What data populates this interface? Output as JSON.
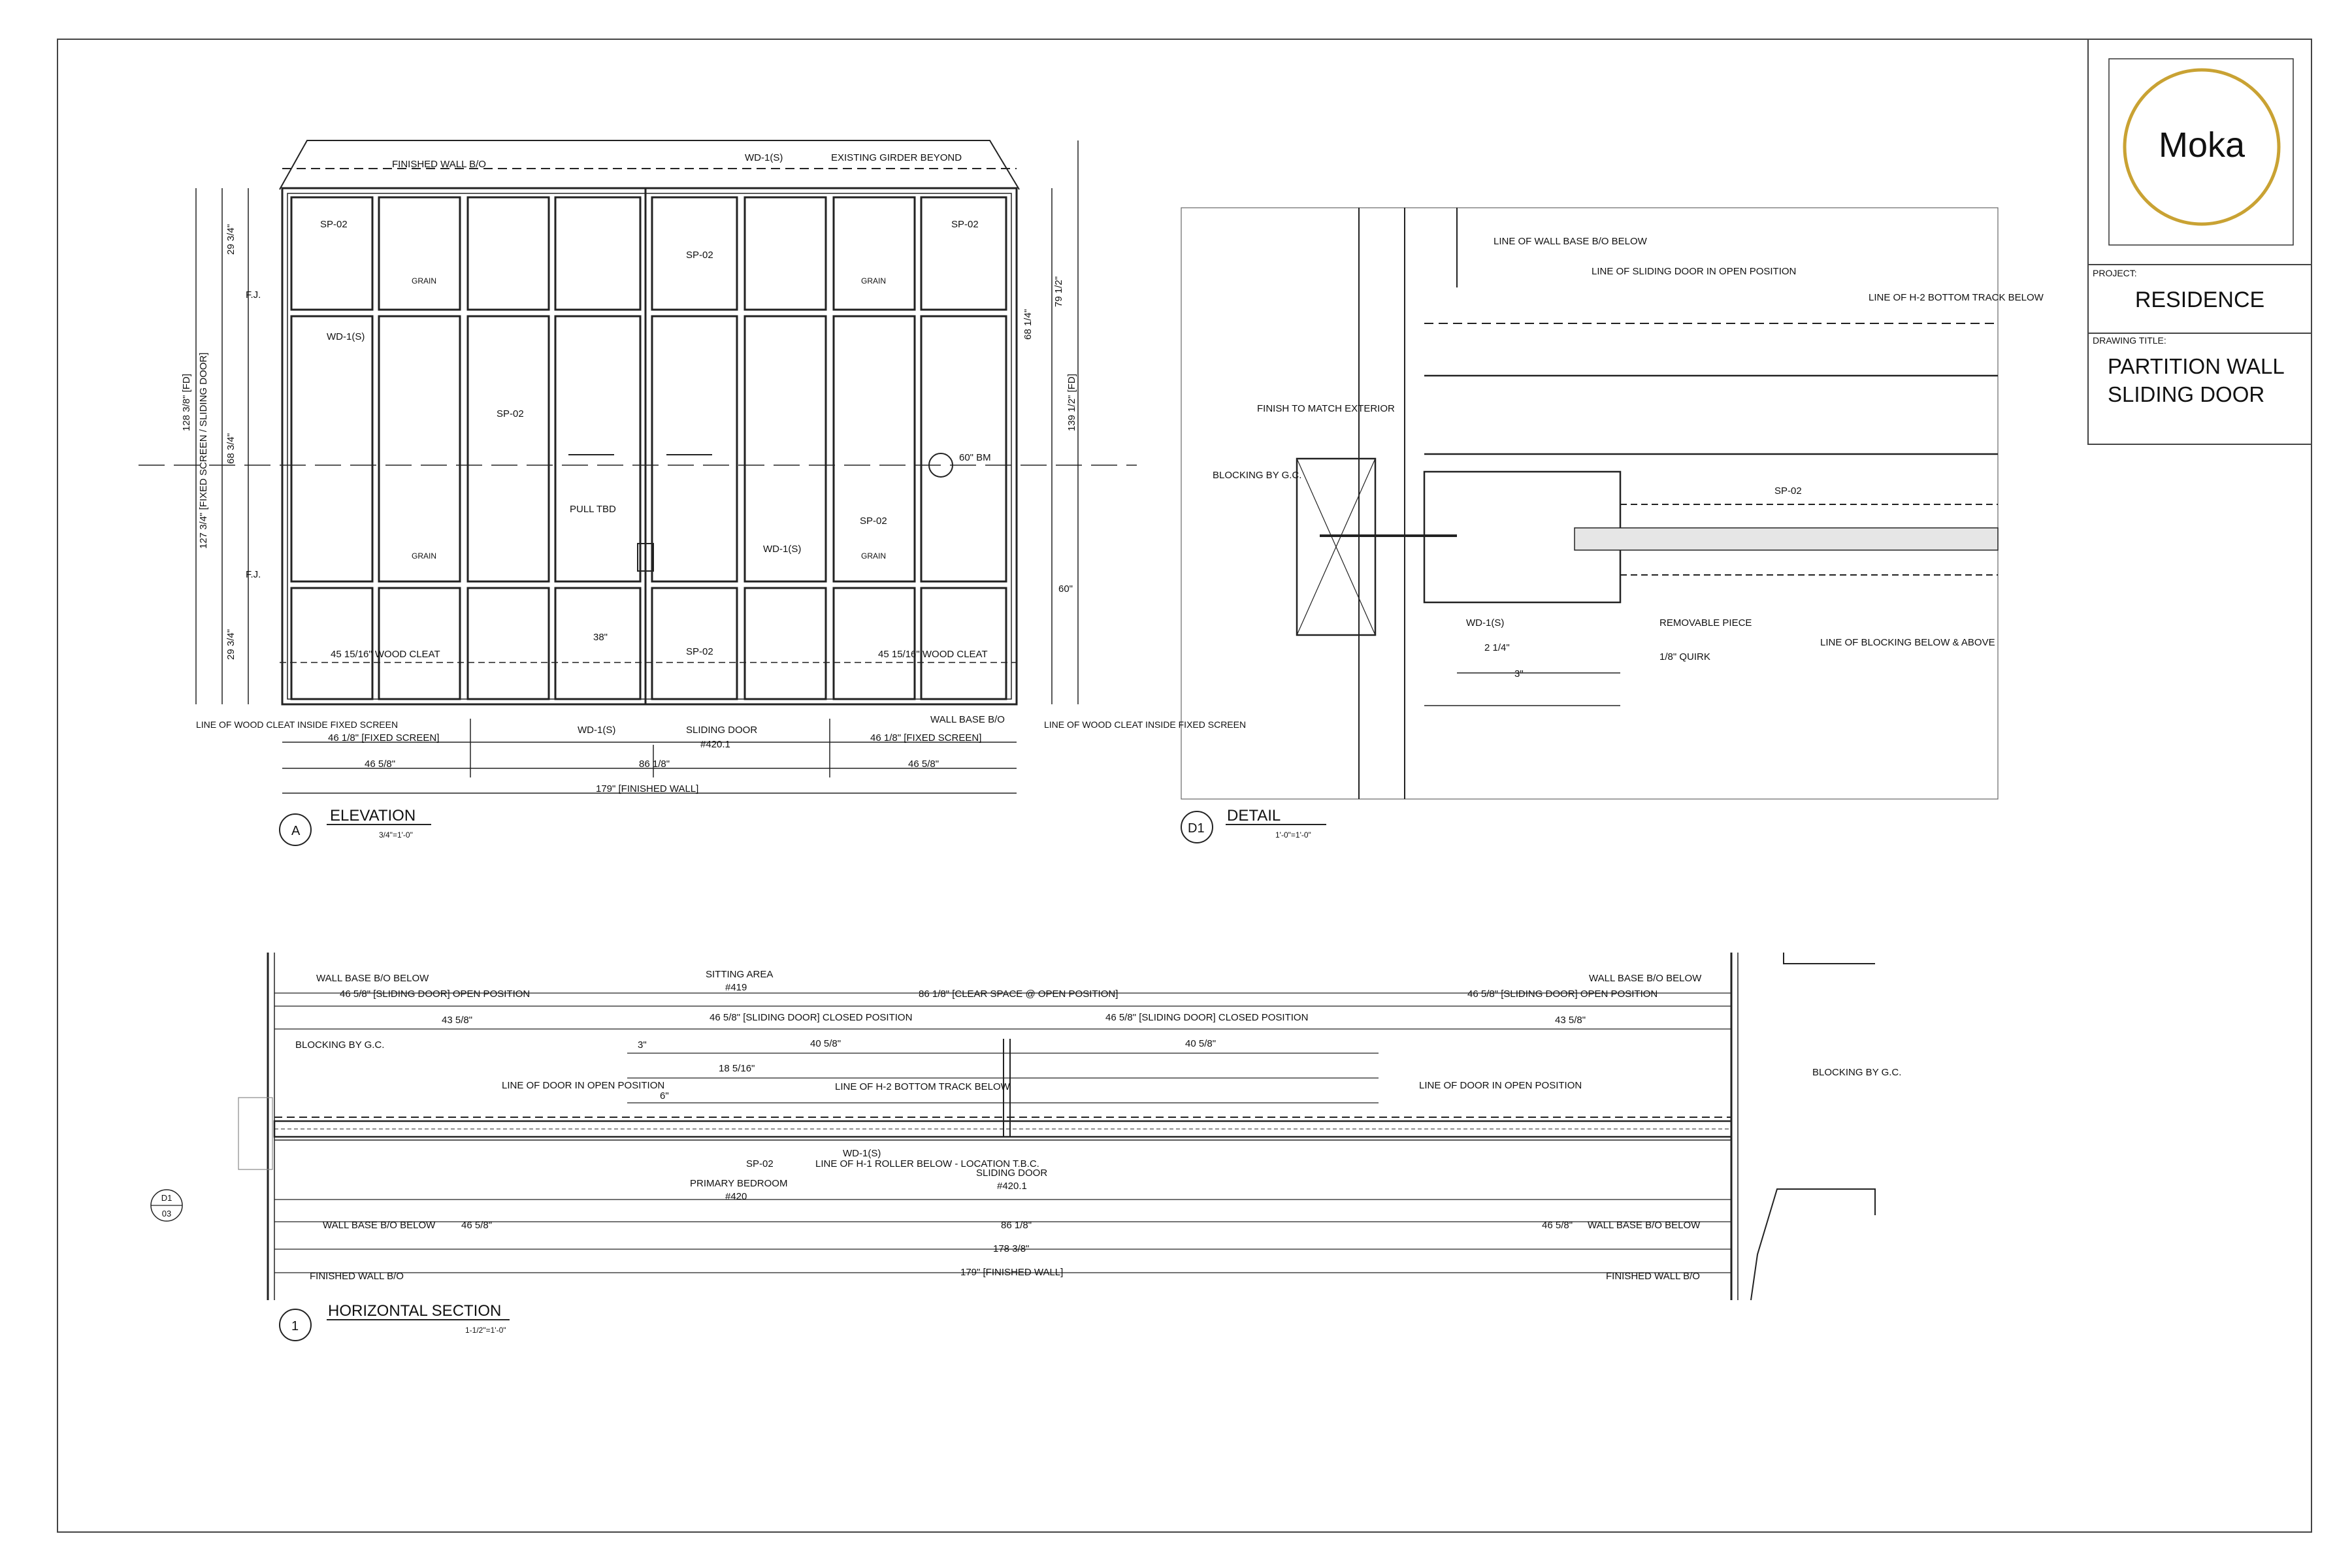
{
  "title_block": {
    "logo_text": "Moka",
    "project_label": "PROJECT:",
    "project_value": "RESIDENCE",
    "drawing_title_label": "DRAWING TITLE:",
    "drawing_title_line1": "PARTITION WALL",
    "drawing_title_line2": "SLIDING DOOR"
  },
  "elevation": {
    "tag": "A",
    "title": "ELEVATION",
    "scale": "3/4\"=1'-0\"",
    "labels": {
      "finished_wall": "FINISHED WALL B/O",
      "wd1_top": "WD-1(S)",
      "existing_girder": "EXISTING GIRDER BEYOND",
      "sp02_tl": "SP-02",
      "sp02_tr": "SP-02",
      "sp02_mid_top": "SP-02",
      "sp02_big": "SP-02",
      "sp02_right": "SP-02",
      "sp02_bottom": "SP-02",
      "fj_top": "F.J.",
      "fj_bottom": "F.J.",
      "wd1_left": "WD-1(S)",
      "wd1_right": "WD-1(S)",
      "wd1_bottom": "WD-1(S)",
      "grain": "GRAIN",
      "pull": "PULL TBD",
      "bm": "60\" BM",
      "wood_cleat_l": "45 15/16\" WOOD CLEAT",
      "wood_cleat_r": "45 15/16\" WOOD CLEAT",
      "line_wood_cleat_l": "LINE OF WOOD CLEAT INSIDE FIXED SCREEN",
      "line_wood_cleat_r": "LINE OF WOOD CLEAT INSIDE FIXED SCREEN",
      "wall_base": "WALL BASE B/O",
      "dim_38": "38\"",
      "dim_60": "60\"",
      "sliding_door": "SLIDING DOOR",
      "sliding_door_no": "#420.1",
      "fixed_screen_l": "46 1/8\" [FIXED SCREEN]",
      "fixed_screen_r": "46 1/8\" [FIXED SCREEN]",
      "dim_46_l": "46 5/8\"",
      "dim_86": "86 1/8\"",
      "dim_46_r": "46 5/8\"",
      "dim_179": "179\" [FINISHED WALL]",
      "dim_128": "128 3/8\" [FD]",
      "dim_127": "127 3/4\" [FIXED SCREEN / SLIDING DOOR]",
      "dim_139": "139 1/2\" [FD]",
      "dim_29_top": "29 3/4\"",
      "dim_68": "68 3/4\"",
      "dim_29_bot": "29 3/4\"",
      "dim_68_r": "68 1/4\"",
      "dim_79": "79 1/2\""
    }
  },
  "detail": {
    "tag": "D1",
    "title": "DETAIL",
    "scale": "1'-0\"=1'-0\"",
    "labels": {
      "wall_base": "LINE OF WALL BASE B/O BELOW",
      "sliding_open": "LINE OF SLIDING DOOR IN OPEN POSITION",
      "h2_track": "LINE OF H-2 BOTTOM TRACK BELOW",
      "finish_match": "FINISH TO MATCH EXTERIOR",
      "blocking": "BLOCKING BY G.C.",
      "sp02": "SP-02",
      "wd1": "WD-1(S)",
      "removable": "REMOVABLE PIECE",
      "quirk": "1/8\" QUIRK",
      "blocking_line": "LINE OF BLOCKING BELOW & ABOVE",
      "dim_2": "2 1/4\"",
      "dim_3": "3\""
    }
  },
  "section": {
    "tag": "1",
    "title": "HORIZONTAL SECTION",
    "scale": "1-1/2\"=1'-0\"",
    "ref_tag_top": "D1",
    "ref_tag_bottom": "03",
    "labels": {
      "wall_base_tl": "WALL BASE B/O BELOW",
      "wall_base_tr": "WALL BASE B/O BELOW",
      "wall_base_bl": "WALL BASE B/O BELOW",
      "wall_base_br": "WALL BASE B/O BELOW",
      "sitting_area": "SITTING AREA",
      "sitting_no": "#419",
      "open_l": "46 5/8\" [SLIDING DOOR] OPEN POSITION",
      "clear": "86 1/8\" [CLEAR SPACE @ OPEN POSITION]",
      "open_r": "46 5/8\" [SLIDING DOOR] OPEN POSITION",
      "closed_l": "46 5/8\" [SLIDING DOOR] CLOSED POSITION",
      "closed_r": "46 5/8\" [SLIDING DOOR] CLOSED POSITION",
      "dim_43_l": "43 5/8\"",
      "dim_43_r": "43 5/8\"",
      "dim_40_l": "40 5/8\"",
      "dim_40_r": "40 5/8\"",
      "dim_18": "18 5/16\"",
      "dim_3": "3\"",
      "dim_6": "6\"",
      "blocking_l": "BLOCKING BY G.C.",
      "blocking_r": "BLOCKING BY G.C.",
      "door_open_l": "LINE OF DOOR IN OPEN POSITION",
      "door_open_r": "LINE OF DOOR IN OPEN POSITION",
      "h2_track": "LINE OF H-2 BOTTOM TRACK BELOW",
      "h1_roller": "LINE OF H-1 ROLLER BELOW - LOCATION T.B.C.",
      "sp02": "SP-02",
      "wd1": "WD-1(S)",
      "primary_bedroom": "PRIMARY BEDROOM",
      "primary_no": "#420",
      "sliding_door": "SLIDING DOOR",
      "sliding_no": "#420.1",
      "dim_46_l": "46 5/8\"",
      "dim_86": "86 1/8\"",
      "dim_46_r": "46 5/8\"",
      "dim_178": "178 3/8\"",
      "dim_179": "179\" [FINISHED WALL]",
      "finished_wall_l": "FINISHED WALL B/O",
      "finished_wall_r": "FINISHED WALL B/O"
    }
  }
}
